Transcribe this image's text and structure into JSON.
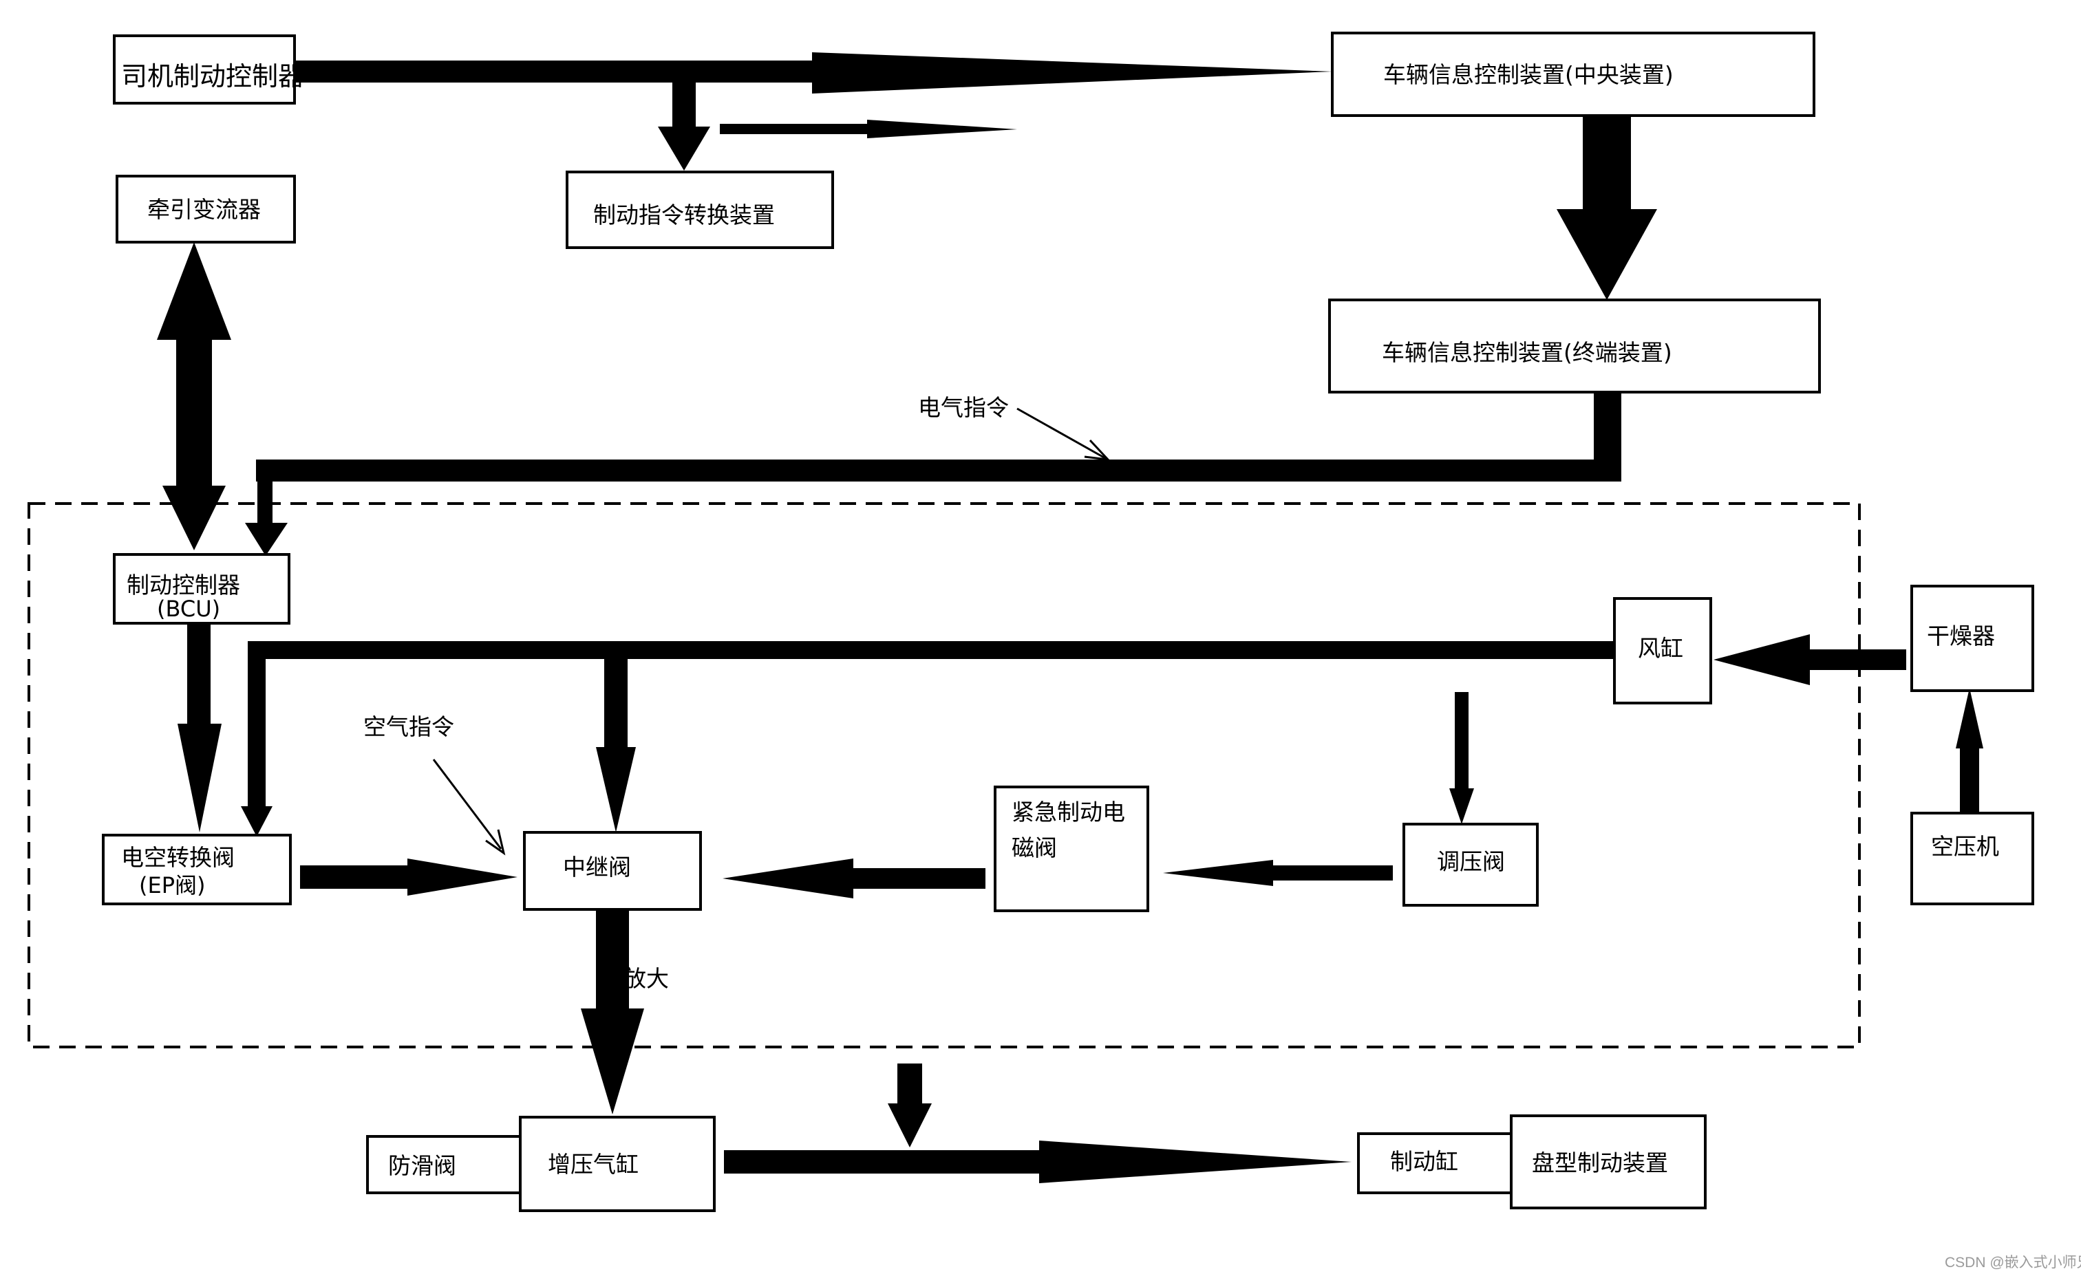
{
  "labels": {
    "driver_controller": "司机制动控制器",
    "vic_central": "车辆信息控制装置(中央装置)",
    "traction_converter": "牵引变流器",
    "brake_cmd_converter": "制动指令转换装置",
    "vic_terminal": "车辆信息控制装置(终端装置)",
    "electric_command": "电气指令",
    "bcu_line1": "制动控制器",
    "bcu_line2": "(BCU)",
    "air_tank": "风缸",
    "dryer": "干燥器",
    "air_command": "空气指令",
    "ep_valve_line1": "电空转换阀",
    "ep_valve_line2": "(EP阀)",
    "relay_valve": "中继阀",
    "emergency_valve_line1": "紧急制动电",
    "emergency_valve_line2": "磁阀",
    "pressure_regulator": "调压阀",
    "compressor": "空压机",
    "amplify": "放大",
    "anti_skid_valve": "防滑阀",
    "booster_cylinder": "增压气缸",
    "brake_cylinder": "制动缸",
    "disc_brake": "盘型制动装置",
    "watermark": "CSDN @嵌入式小师兄"
  },
  "colors": {
    "line": "#000000",
    "background": "#ffffff",
    "watermark": "#9a9a9a"
  }
}
